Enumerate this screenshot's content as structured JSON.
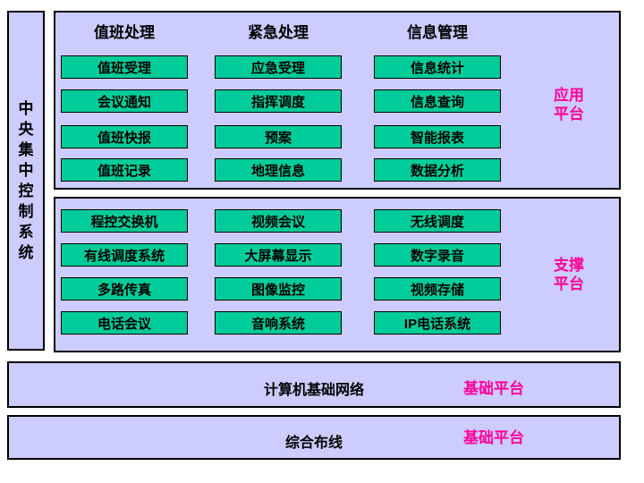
{
  "sidebar": {
    "title": "中央集中控制系统"
  },
  "app_platform": {
    "label": "应用平台",
    "columns": [
      {
        "header": "值班处理",
        "items": [
          "值班受理",
          "会议通知",
          "值班快报",
          "值班记录"
        ]
      },
      {
        "header": "紧急处理",
        "items": [
          "应急受理",
          "指挥调度",
          "预案",
          "地理信息"
        ]
      },
      {
        "header": "信息管理",
        "items": [
          "信息统计",
          "信息查询",
          "智能报表",
          "数据分析"
        ]
      }
    ]
  },
  "support_platform": {
    "label": "支撑平台",
    "columns": [
      {
        "items": [
          "程控交换机",
          "有线调度系统",
          "多路传真",
          "电话会议"
        ]
      },
      {
        "items": [
          "视频会议",
          "大屏幕显示",
          "图像监控",
          "音响系统"
        ]
      },
      {
        "items": [
          "无线调度",
          "数字录音",
          "视频存储",
          "IP电话系统"
        ]
      }
    ]
  },
  "base_platforms": [
    {
      "title": "计算机基础网络",
      "label": "基础平台"
    },
    {
      "title": "综合布线",
      "label": "基础平台"
    }
  ],
  "colors": {
    "panel_background": "#ccccff",
    "node_background": "#00cc99",
    "platform_label": "#ff0099",
    "border": "#000000"
  }
}
